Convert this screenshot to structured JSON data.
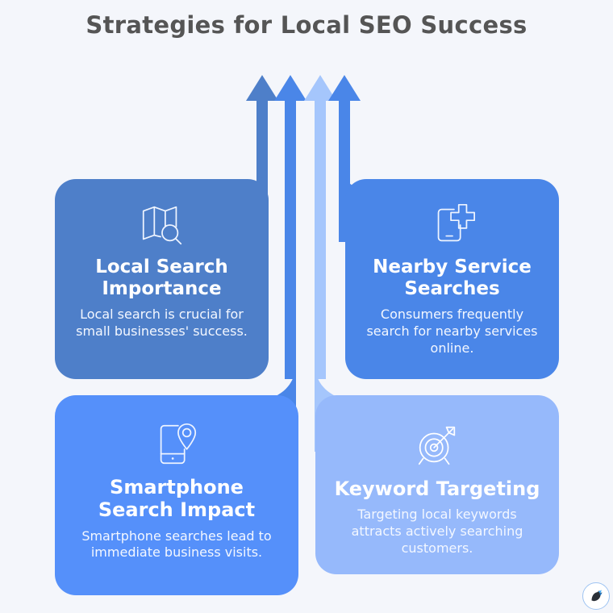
{
  "header": {
    "title": "Strategies for Local SEO Success",
    "title_color": "#555555"
  },
  "theme": {
    "background": "#f4f6fb",
    "arrow_colors": [
      "#4e7fc9",
      "#4a86e8",
      "#a5c6fc",
      "#4a86e8"
    ],
    "card_colors": [
      "#4e7fc9",
      "#4a86e8",
      "#5590fa",
      "#96b9fb"
    ],
    "text_color": "#ffffff"
  },
  "arrows": [
    {
      "name": "arrow-1",
      "color": "#4e7fc9"
    },
    {
      "name": "arrow-2",
      "color": "#4a86e8"
    },
    {
      "name": "arrow-3",
      "color": "#a5c6fc"
    },
    {
      "name": "arrow-4",
      "color": "#4a86e8"
    }
  ],
  "cards": [
    {
      "id": "local-search-importance",
      "icon": "map-search-icon",
      "title": "Local Search Importance",
      "description": "Local search is crucial for small businesses' success.",
      "color": "#4e7fc9"
    },
    {
      "id": "nearby-service-searches",
      "icon": "phone-medical-cross-icon",
      "title": "Nearby Service Searches",
      "description": "Consumers frequently search for nearby services online.",
      "color": "#4a86e8"
    },
    {
      "id": "smartphone-search-impact",
      "icon": "smartphone-location-pin-icon",
      "title": "Smartphone Search Impact",
      "description": "Smartphone searches lead to immediate business visits.",
      "color": "#5590fa"
    },
    {
      "id": "keyword-targeting",
      "icon": "target-arrow-icon",
      "title": "Keyword Targeting",
      "description": "Targeting local keywords attracts actively searching customers.",
      "color": "#96b9fb"
    }
  ],
  "logo": {
    "name": "brand-logo-badge",
    "glyph": "✈"
  }
}
